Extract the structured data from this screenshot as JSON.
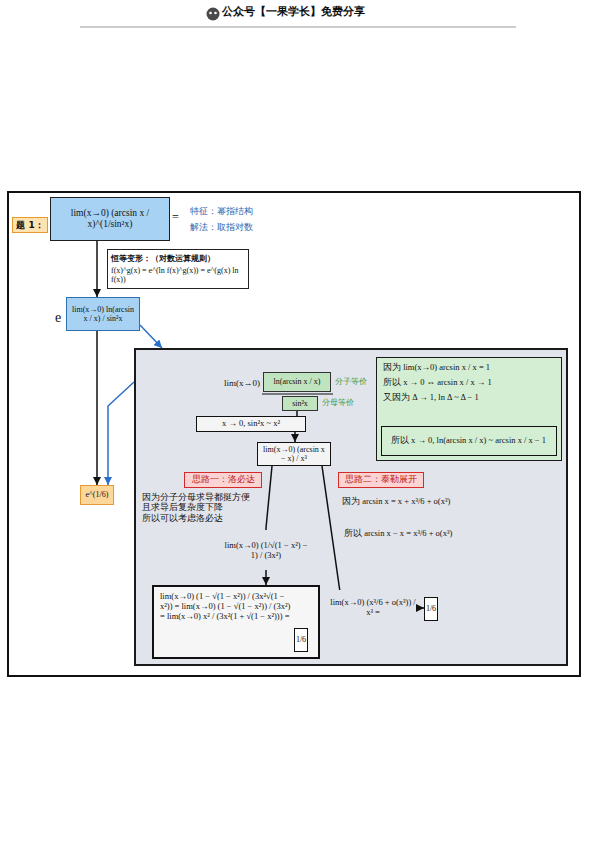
{
  "diagram": {
    "nodes": [
      {
        "text": [
          "题 1："
        ]
      },
      {
        "text": [
          "lim(x→0) (arcsin x / x)^(1/sin²x)"
        ]
      },
      {
        "text": [
          "恒等变形：（对数运算规则）",
          "f(x)^g(x) = e^(ln f(x)^g(x)) = e^(g(x) ln f(x))"
        ]
      },
      {
        "text": [
          "lim(x→0) ln(arcsin x / x) / sin²x"
        ]
      },
      {
        "text": [
          "e^(1/6)"
        ]
      },
      {
        "text": [
          "lim(x→0)"
        ]
      },
      {
        "text": [
          "ln(arcsin x / x)",
          "分子等价"
        ],
        "in": 5
      },
      {
        "text": [
          "sin²x",
          "分母等价"
        ],
        "in": 5
      },
      {
        "text": [
          "因为 lim(x→0) arcsin x / x = 1",
          "所以 x → 0 ⇔ arcsin x / x → 1",
          "又因为 Δ → 1, ln Δ ~ Δ − 1"
        ],
        "in": 5
      },
      {
        "text": [
          "所以 x → 0, ln(arcsin x / x) ~ arcsin x / x − 1"
        ],
        "in": 8
      },
      {
        "text": [
          "x → 0, sin²x ~ x²"
        ],
        "in": 5
      },
      {
        "text": [
          "lim(x→0) (arcsin x − x) / x³"
        ],
        "in": 5
      },
      {
        "text": [
          "思路一：洛必达"
        ],
        "in": 5
      },
      {
        "text": [
          "思路二：泰勒展开"
        ],
        "in": 5
      },
      {
        "text": [
          "lim(x→0) (1 − √(1 − x²)) / (3x²√(1 − x²)) = lim(x→0) (1 − √(1 − x²)) / (3x²) = lim(x→0) x² / (3x²(1 + √(1 − x²))) ="
        ],
        "in": 5
      },
      {
        "text": [
          "1/6"
        ],
        "in": 14
      },
      {
        "text": [
          "1/6"
        ],
        "in": 5
      }
    ],
    "edges": [
      {
        "from": 1,
        "to": 3,
        "arrow": "to"
      },
      {
        "from": 3,
        "to": 4,
        "arrow": "to"
      },
      {
        "from": 3,
        "to": 5,
        "arrow": "to"
      },
      {
        "from": 5,
        "to": 4,
        "arrow": "to"
      },
      {
        "from": 7,
        "to": 10,
        "arrow": "none"
      },
      {
        "from": 10,
        "to": 11,
        "arrow": "to"
      },
      {
        "from": 11,
        "to": 14,
        "arrow": "to"
      },
      {
        "from": 11,
        "to": 16,
        "arrow": "to"
      }
    ],
    "labels": [
      "公众号【一果学长】免费分享",
      "=",
      "特征：幂指结构",
      "解法：取指对数",
      "e",
      "因为分子分母求导都挺方便 且求导后复杂度下降 所以可以考虑洛必达",
      "lim(x→0) (1/√(1 − x²) − 1) / (3x²)",
      "因为 arcsin x = x + x³/6 + o(x³)",
      "所以 arcsin x − x = x³/6 + o(x³)",
      "lim(x→0) (x³/6 + o(x³)) / x³ ="
    ]
  }
}
